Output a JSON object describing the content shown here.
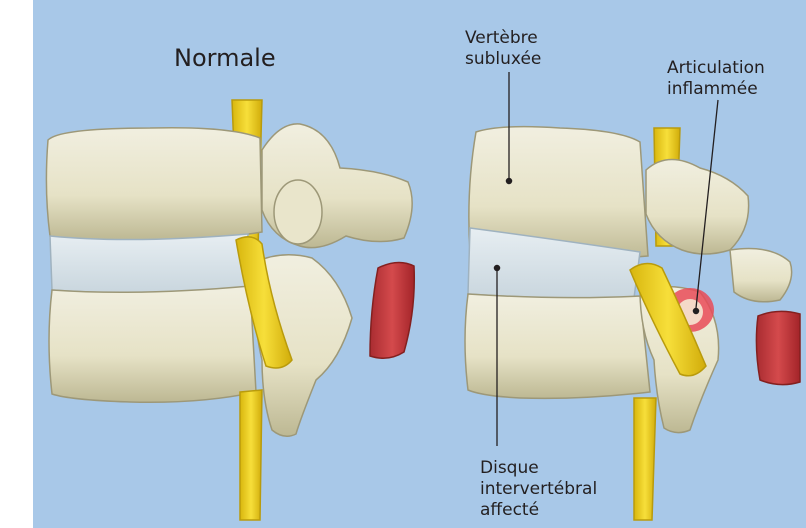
{
  "colors": {
    "background": "#a8c8e8",
    "bone": "#e8e5cc",
    "bone_shadow": "#b9b592",
    "disc": "#d7e1e8",
    "nerve": "#f0d21c",
    "muscle": "#c7353a",
    "inflammation": "#e94b58"
  },
  "labels": {
    "normal": "Normale",
    "subluxated_vertebra": "Vertèbre\nsubluxée",
    "inflamed_joint": "Articulation\ninflammée",
    "affected_disc": "Disque\nintervertébral\naffecté"
  }
}
